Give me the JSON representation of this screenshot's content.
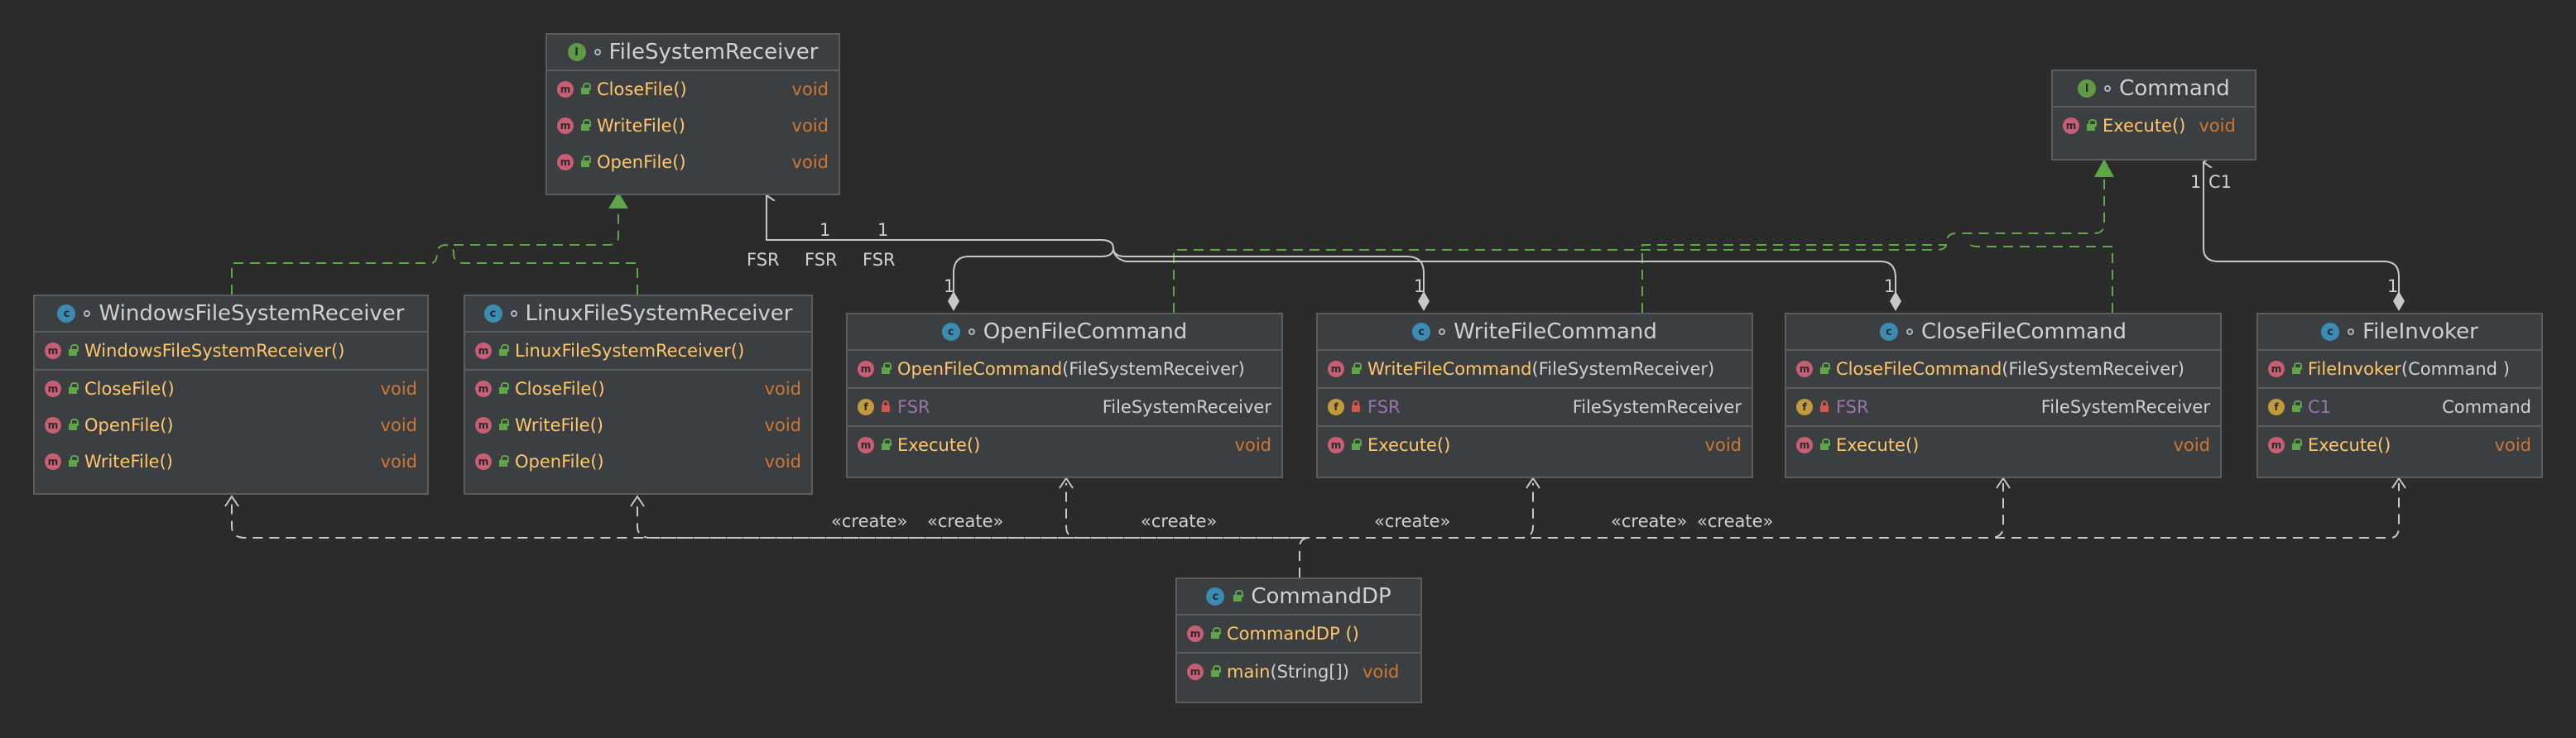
{
  "classes": {
    "fsr": {
      "kind": "I",
      "name": "FileSystemReceiver",
      "members": [
        {
          "name": "CloseFile()",
          "type": "void"
        },
        {
          "name": "WriteFile()",
          "type": "void"
        },
        {
          "name": "OpenFile()",
          "type": "void"
        }
      ]
    },
    "command": {
      "kind": "I",
      "name": "Command",
      "members": [
        {
          "name": "Execute()",
          "type": "void"
        }
      ]
    },
    "windows": {
      "kind": "C",
      "name": "WindowsFileSystemReceiver",
      "ctor": "WindowsFileSystemReceiver()",
      "methods": [
        {
          "name": "CloseFile()",
          "type": "void"
        },
        {
          "name": "OpenFile()",
          "type": "void"
        },
        {
          "name": "WriteFile()",
          "type": "void"
        }
      ]
    },
    "linux": {
      "kind": "C",
      "name": "LinuxFileSystemReceiver",
      "ctor": "LinuxFileSystemReceiver()",
      "methods": [
        {
          "name": "CloseFile()",
          "type": "void"
        },
        {
          "name": "WriteFile()",
          "type": "void"
        },
        {
          "name": "OpenFile()",
          "type": "void"
        }
      ]
    },
    "open": {
      "kind": "C",
      "name": "OpenFileCommand",
      "ctor": "OpenFileCommand",
      "ctor_param": "(FileSystemReceiver)",
      "field": "FSR",
      "field_type": "FileSystemReceiver",
      "method": "Execute()",
      "method_type": "void"
    },
    "write": {
      "kind": "C",
      "name": "WriteFileCommand",
      "ctor": "WriteFileCommand",
      "ctor_param": "(FileSystemReceiver)",
      "field": "FSR",
      "field_type": "FileSystemReceiver",
      "method": "Execute()",
      "method_type": "void"
    },
    "close": {
      "kind": "C",
      "name": "CloseFileCommand",
      "ctor": "CloseFileCommand",
      "ctor_param": "(FileSystemReceiver)",
      "field": "FSR",
      "field_type": "FileSystemReceiver",
      "method": "Execute()",
      "method_type": "void"
    },
    "invoker": {
      "kind": "C",
      "name": "FileInvoker",
      "ctor": "FileInvoker",
      "ctor_param": "(Command )",
      "field": "C1",
      "field_type": "Command",
      "method": "Execute()",
      "method_type": "void"
    },
    "dp": {
      "kind": "C",
      "name": "CommandDP",
      "ctor": "CommandDP ()",
      "method": "main",
      "method_param": "(String[])",
      "method_type": "void"
    }
  },
  "labels": {
    "fsr1": "FSR",
    "fsr2": "FSR",
    "fsr3": "FSR",
    "one": "1",
    "c1": "C1",
    "create": "«create»"
  },
  "colors": {
    "background": "#2b2b2b",
    "box": "#3c3f41",
    "method": "#ffc66d",
    "return_type": "#cc7832",
    "field": "#9876aa",
    "realization": "#5fa648",
    "edge": "#c8c8c8"
  }
}
